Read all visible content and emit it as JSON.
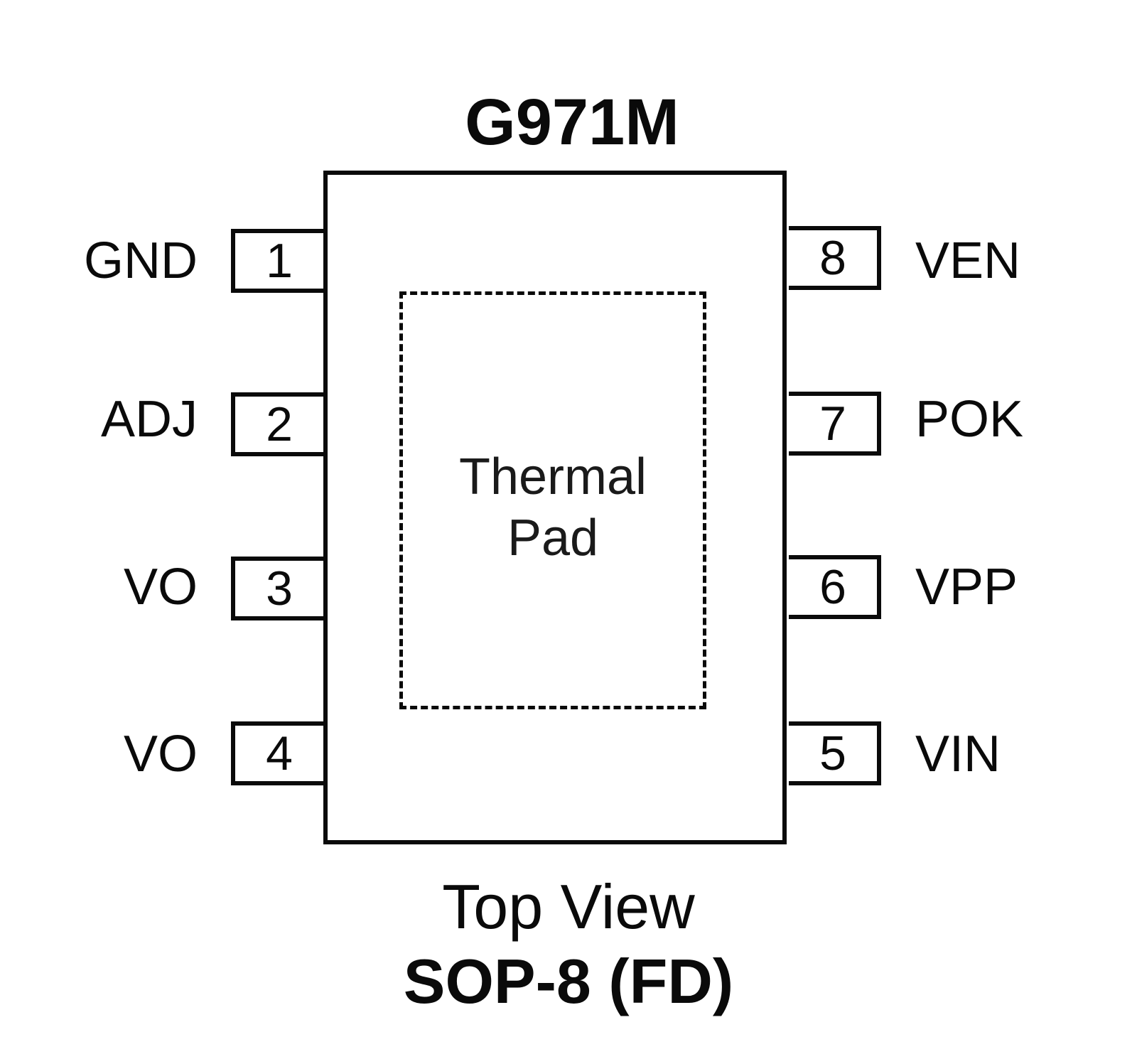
{
  "diagram": {
    "part_number": "G971M",
    "thermal_pad_label_line1": "Thermal",
    "thermal_pad_label_line2": "Pad",
    "view_label": "Top View",
    "package_label": "SOP-8 (FD)",
    "pins_left": [
      {
        "number": "1",
        "name": "GND"
      },
      {
        "number": "2",
        "name": "ADJ"
      },
      {
        "number": "3",
        "name": "VO"
      },
      {
        "number": "4",
        "name": "VO"
      }
    ],
    "pins_right": [
      {
        "number": "8",
        "name": "VEN"
      },
      {
        "number": "7",
        "name": "POK"
      },
      {
        "number": "6",
        "name": "VPP"
      },
      {
        "number": "5",
        "name": "VIN"
      }
    ]
  }
}
